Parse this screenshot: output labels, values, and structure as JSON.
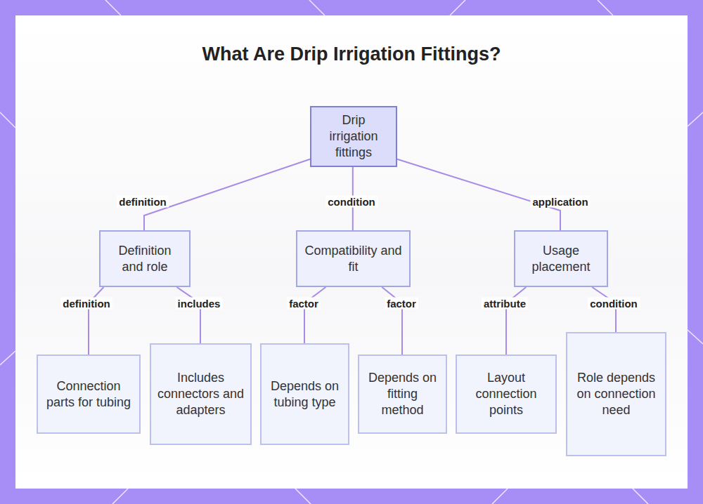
{
  "diagram": {
    "title": "What Are Drip Irrigation Fittings?",
    "nodes": [
      {
        "text": [
          "Drip irrigation fittings"
        ]
      },
      {
        "text": [
          "Definition and role"
        ]
      },
      {
        "text": [
          "Compatibility and fit"
        ]
      },
      {
        "text": [
          "Usage placement"
        ]
      },
      {
        "text": [
          "Connection parts for tubing"
        ]
      },
      {
        "text": [
          "Includes connectors and adapters"
        ]
      },
      {
        "text": [
          "Depends on tubing type"
        ]
      },
      {
        "text": [
          "Depends on fitting method"
        ]
      },
      {
        "text": [
          "Layout connection points"
        ]
      },
      {
        "text": [
          "Role depends on connection need"
        ]
      }
    ],
    "edges": [
      {
        "from": 0,
        "to": 1,
        "label": "definition",
        "arrow": "none"
      },
      {
        "from": 0,
        "to": 2,
        "label": "condition",
        "arrow": "none"
      },
      {
        "from": 0,
        "to": 3,
        "label": "application",
        "arrow": "none"
      },
      {
        "from": 1,
        "to": 4,
        "label": "definition",
        "arrow": "none"
      },
      {
        "from": 1,
        "to": 5,
        "label": "includes",
        "arrow": "none"
      },
      {
        "from": 2,
        "to": 6,
        "label": "factor",
        "arrow": "none"
      },
      {
        "from": 2,
        "to": 7,
        "label": "factor",
        "arrow": "none"
      },
      {
        "from": 3,
        "to": 8,
        "label": "attribute",
        "arrow": "none"
      },
      {
        "from": 3,
        "to": 9,
        "label": "condition",
        "arrow": "none"
      }
    ]
  }
}
